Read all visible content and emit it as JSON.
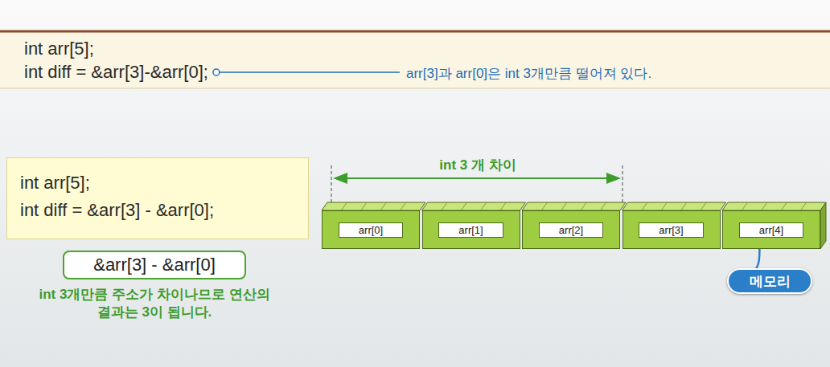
{
  "diagram": {
    "nodes": [
      {
        "text": [
          "int arr[5];",
          "int diff = &arr[3]-&arr[0];",
          "arr[3]과 arr[0]은 int 3개만큼 떨어져 있다."
        ]
      },
      {
        "text": [
          "int arr[5];",
          "int diff = &arr[3] - &arr[0];"
        ]
      },
      {
        "text": [
          "&arr[3] - &arr[0]"
        ]
      },
      {
        "text": [
          "arr[0]"
        ]
      },
      {
        "text": [
          "arr[1]"
        ]
      },
      {
        "text": [
          "arr[2]"
        ]
      },
      {
        "text": [
          "arr[3]"
        ]
      },
      {
        "text": [
          "arr[4]"
        ]
      },
      {
        "text": [
          "메모리"
        ]
      }
    ],
    "edges": [
      {
        "from": 7,
        "to": 8,
        "arrow": "none"
      }
    ],
    "labels": [
      "int 3 개 차이",
      "int 3개만큼 주소가 차이나므로 연산의 결과는 3이 됩니다."
    ]
  }
}
